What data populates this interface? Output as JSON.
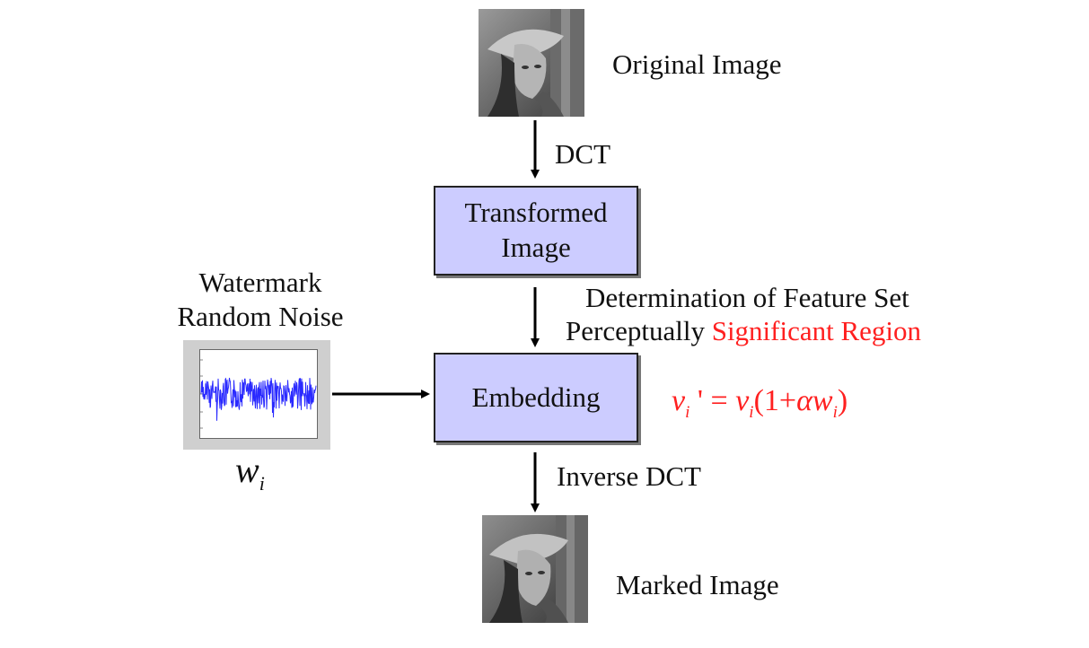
{
  "nodes": {
    "original_image": {
      "label": "Original Image"
    },
    "transformed_image": {
      "line1": "Transformed",
      "line2": "Image"
    },
    "embedding": {
      "label": "Embedding"
    },
    "marked_image": {
      "label": "Marked Image"
    },
    "watermark": {
      "line1": "Watermark",
      "line2": "Random Noise",
      "symbol": "w",
      "subscript": "i"
    }
  },
  "edges": {
    "dct": {
      "label": "DCT"
    },
    "feature": {
      "line1": "Determination of  Feature Set",
      "line2_prefix": "Perceptually ",
      "line2_highlight": "Significant Region"
    },
    "inverse_dct": {
      "label": "Inverse DCT"
    }
  },
  "formula": {
    "text": "vi ' = vi (1+α wi)",
    "v": "v",
    "i": "i",
    "prime": " ' = ",
    "open": "(1+",
    "alpha": "α",
    "w": "w",
    "close": ")"
  },
  "colors": {
    "box_fill": "#ccccff",
    "highlight": "#ff2020",
    "noise_signal": "#2a2aff",
    "arrow": "#000000"
  }
}
